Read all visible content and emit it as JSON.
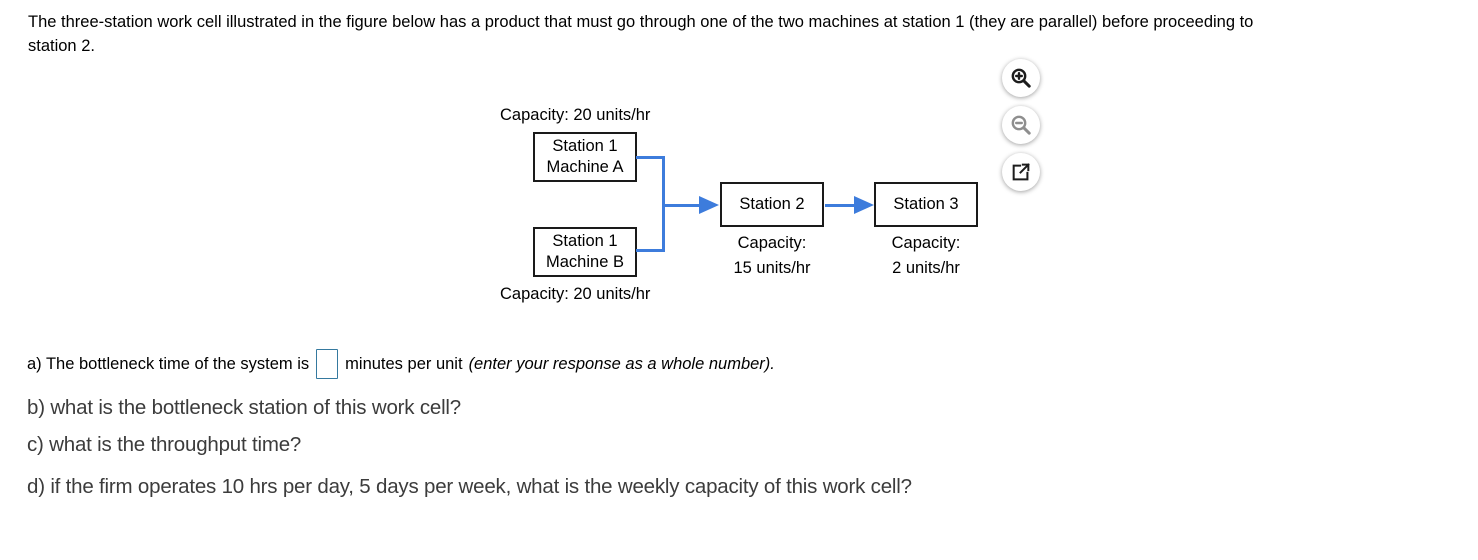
{
  "intro": {
    "line1": "The three-station work cell illustrated in the figure below has a product that must go through one of the two machines at station 1 (they are parallel) before proceeding to",
    "line2": "station 2."
  },
  "diagram": {
    "capacity_top": "Capacity: 20 units/hr",
    "capacity_bottom": "Capacity: 20 units/hr",
    "machine_a": {
      "line1": "Station 1",
      "line2": "Machine A"
    },
    "machine_b": {
      "line1": "Station 1",
      "line2": "Machine B"
    },
    "station2": {
      "label": "Station 2",
      "cap_line1": "Capacity:",
      "cap_line2": "15 units/hr"
    },
    "station3": {
      "label": "Station 3",
      "cap_line1": "Capacity:",
      "cap_line2": "2 units/hr"
    },
    "flow_color": "#3d7cdc"
  },
  "toolbar": {
    "zoom_in_icon": "zoom-in-magnifier",
    "zoom_out_icon": "zoom-out-magnifier",
    "open_icon": "external-link",
    "zoom_out_disabled_color": "#8e8e8e",
    "icon_color": "#1c1c1c"
  },
  "questions": {
    "a": {
      "prefix": "a) The bottleneck time of the system is",
      "input_value": "",
      "suffix": "minutes per unit",
      "hint": "(enter your response as a whole number)."
    },
    "b": "b) what is the bottleneck station of this work cell?",
    "c": "c) what is the throughput time?",
    "d": "d) if the firm operates 10 hrs per day, 5 days per week, what is the weekly capacity of this work cell?"
  },
  "colors": {
    "answer_input_border": "#35799f",
    "subquestion_text": "#3c3c3c"
  }
}
